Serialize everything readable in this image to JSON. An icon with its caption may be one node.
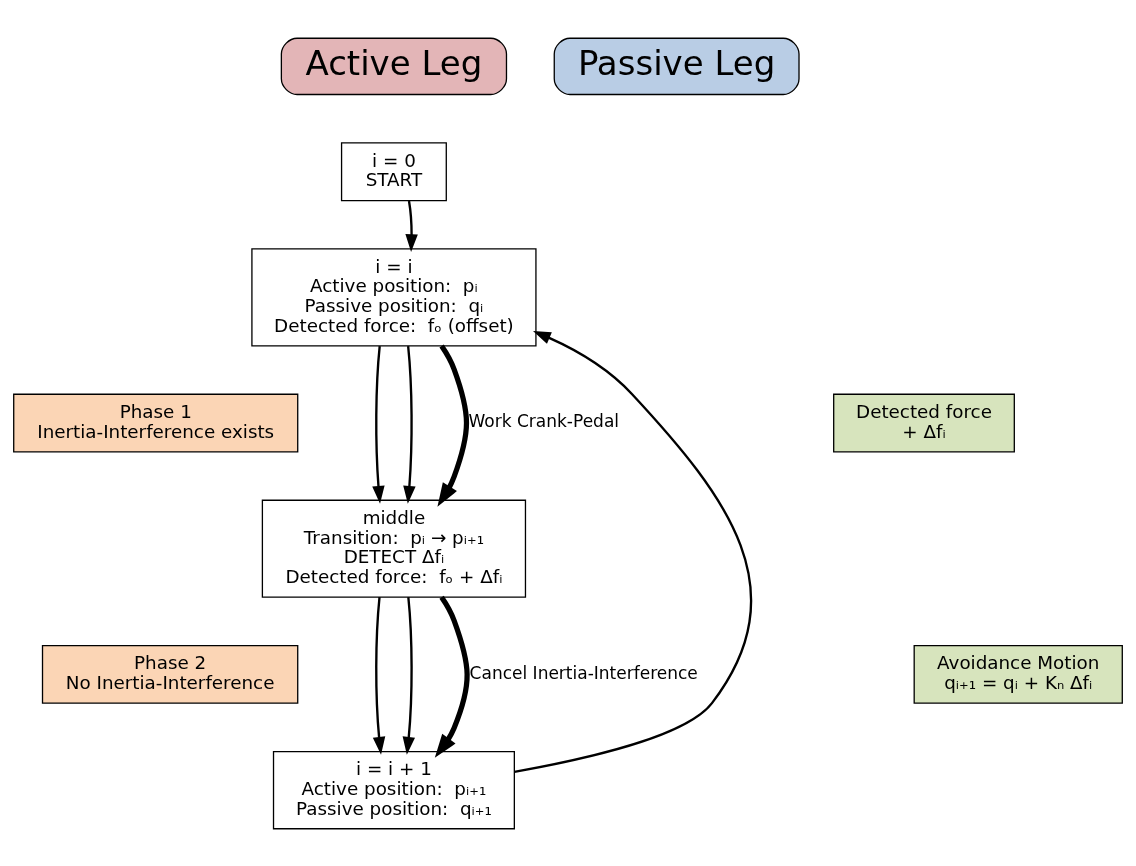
{
  "diagram": {
    "nodes": [
      {
        "text": [
          "Active Leg"
        ]
      },
      {
        "text": [
          "Passive Leg"
        ]
      },
      {
        "text": [
          "i = 0",
          "START"
        ]
      },
      {
        "text": [
          "i = i",
          "Active position:  pᵢ",
          "Passive position:  qᵢ",
          "Detected force:  fₒ (offset)"
        ]
      },
      {
        "text": [
          "Phase 1",
          "Inertia-Interference exists"
        ]
      },
      {
        "text": [
          "Detected force",
          "+ Δfᵢ"
        ]
      },
      {
        "text": [
          "middle",
          "Transition:  pᵢ → pᵢ₊₁",
          "DETECT Δfᵢ",
          "Detected force:  fₒ + Δfᵢ"
        ]
      },
      {
        "text": [
          "Phase 2",
          "No Inertia-Interference"
        ]
      },
      {
        "text": [
          "Avoidance Motion",
          "qᵢ₊₁ = qᵢ + Kₙ Δfᵢ"
        ]
      },
      {
        "text": [
          "i = i + 1",
          "Active position:  pᵢ₊₁",
          "Passive position:  qᵢ₊₁"
        ]
      }
    ],
    "edges": [
      {
        "from": 2,
        "to": 3,
        "arrow": "to"
      },
      {
        "from": 3,
        "to": 6,
        "arrow": "to"
      },
      {
        "from": 3,
        "to": 6,
        "arrow": "to"
      },
      {
        "from": 3,
        "to": 6,
        "arrow": "to",
        "label": "Work Crank-Pedal",
        "style": "thick"
      },
      {
        "from": 6,
        "to": 9,
        "arrow": "to"
      },
      {
        "from": 6,
        "to": 9,
        "arrow": "to"
      },
      {
        "from": 6,
        "to": 9,
        "arrow": "to",
        "label": "Cancel Inertia-Interference",
        "style": "thick"
      },
      {
        "from": 9,
        "to": 3,
        "arrow": "to"
      }
    ]
  }
}
